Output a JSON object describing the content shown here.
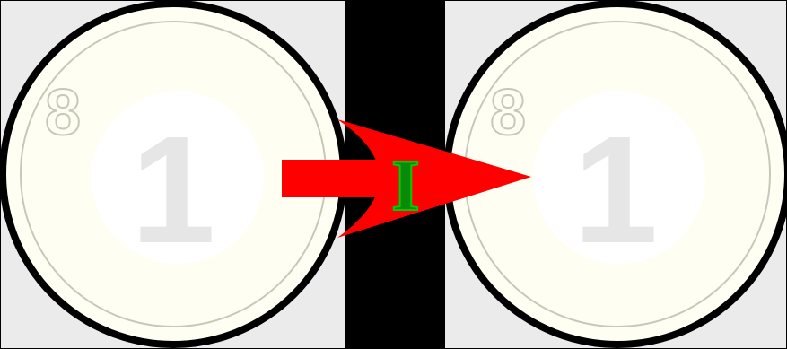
{
  "coins": [
    {
      "id": "coin-before",
      "value": "1",
      "mark": "8"
    },
    {
      "id": "coin-after",
      "value": "1",
      "mark": "8"
    }
  ],
  "transition": {
    "label": "I"
  },
  "colors": {
    "coin_face": "#fefef3",
    "coin_rim": "#000000",
    "inner_ring": "#c8c8b8",
    "digit": "#e6e6e6",
    "arrow": "#ff0000",
    "label_fill": "#0a8a0a",
    "label_stroke": "#00cc00"
  }
}
